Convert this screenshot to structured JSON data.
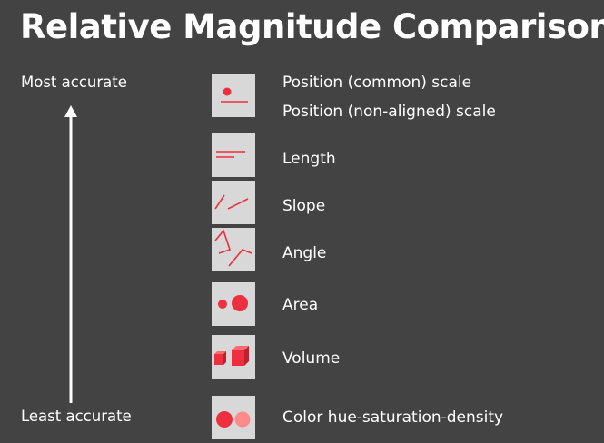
{
  "title": "Relative Magnitude Comparison",
  "scale": {
    "top_label": "Most accurate",
    "bottom_label": "Least accurate"
  },
  "channels": [
    {
      "label": "Position (common) scale",
      "icon": "position-icon"
    },
    {
      "label": "Position (non-aligned) scale",
      "icon": "position-icon"
    },
    {
      "label": "Length",
      "icon": "length-icon"
    },
    {
      "label": "Slope",
      "icon": "slope-icon"
    },
    {
      "label": "Angle",
      "icon": "angle-icon"
    },
    {
      "label": "Area",
      "icon": "area-icon"
    },
    {
      "label": "Volume",
      "icon": "volume-icon"
    },
    {
      "label": "Color hue-saturation-density",
      "icon": "color-icon"
    }
  ],
  "colors": {
    "background": "#434343",
    "icon_bg": "#d8d8d8",
    "accent": "#ee2f3f",
    "accent_light": "#ff8a8a",
    "text": "#ffffff"
  }
}
